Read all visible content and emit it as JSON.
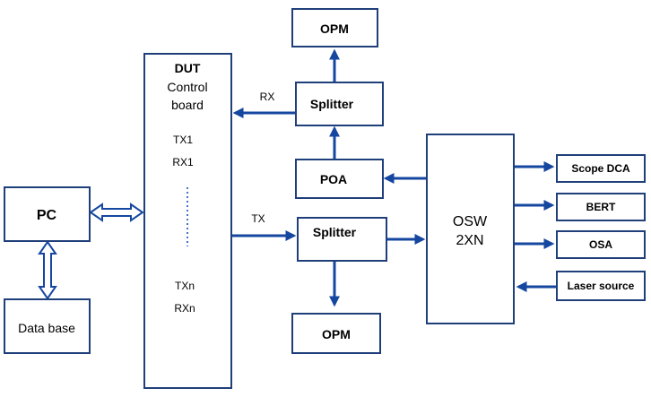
{
  "colors": {
    "box_border": "#1f3f7a",
    "arrow": "#1547a0",
    "dots": "#4472c4",
    "text": "#000000"
  },
  "blocks": {
    "pc": "PC",
    "database": "Data base",
    "dut": {
      "title": "DUT",
      "line2": "Control",
      "line3": "board",
      "tx1": "TX1",
      "rx1": "RX1",
      "txn": "TXn",
      "rxn": "RXn"
    },
    "opm_top": "OPM",
    "splitter_top": "Splitter",
    "poa": "POA",
    "splitter_bottom": "Splitter",
    "opm_bottom": "OPM",
    "osw": {
      "line1": "OSW",
      "line2": "2XN"
    },
    "scope_dca": "Scope DCA",
    "bert": "BERT",
    "osa": "OSA",
    "laser_source": "Laser source"
  },
  "labels": {
    "rx": "RX",
    "tx": "TX"
  }
}
